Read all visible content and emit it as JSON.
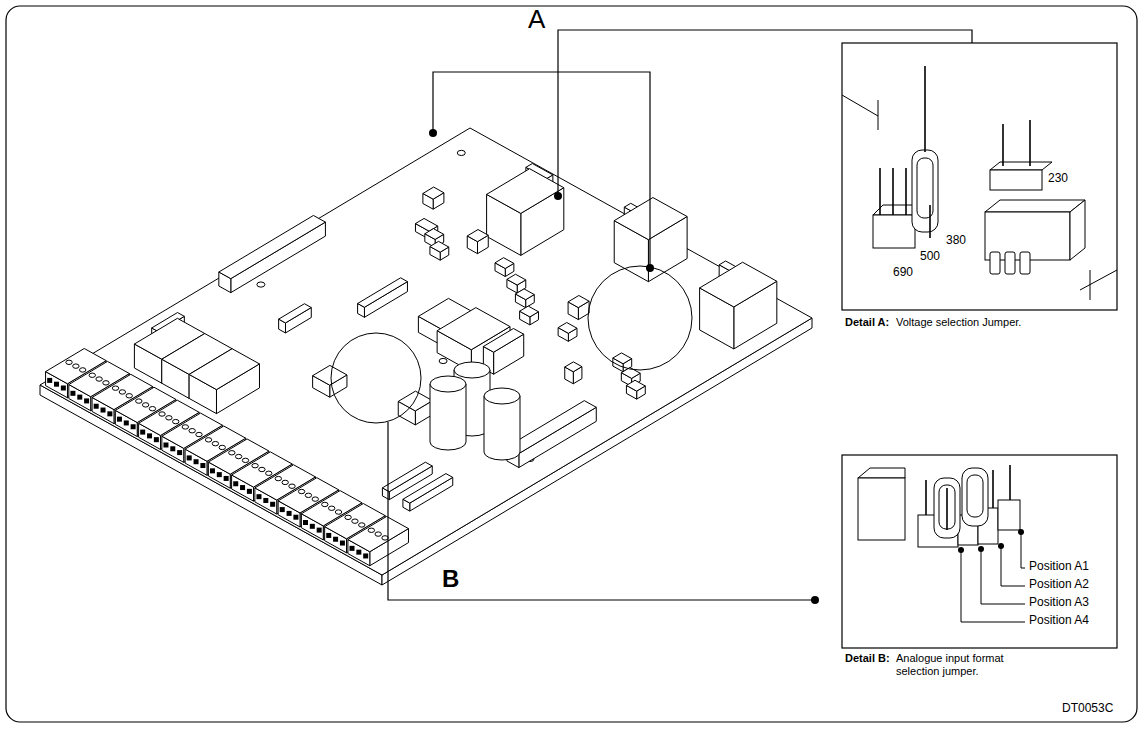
{
  "diagram": {
    "labels": [
      "A",
      "B",
      "230",
      "380",
      "500",
      "690",
      "Position A1",
      "Position A2",
      "Position A3",
      "Position A4",
      "Detail A:",
      "Voltage selection Jumper.",
      "Detail B:",
      "Analogue input format selection jumper.",
      "DT0053C"
    ]
  }
}
